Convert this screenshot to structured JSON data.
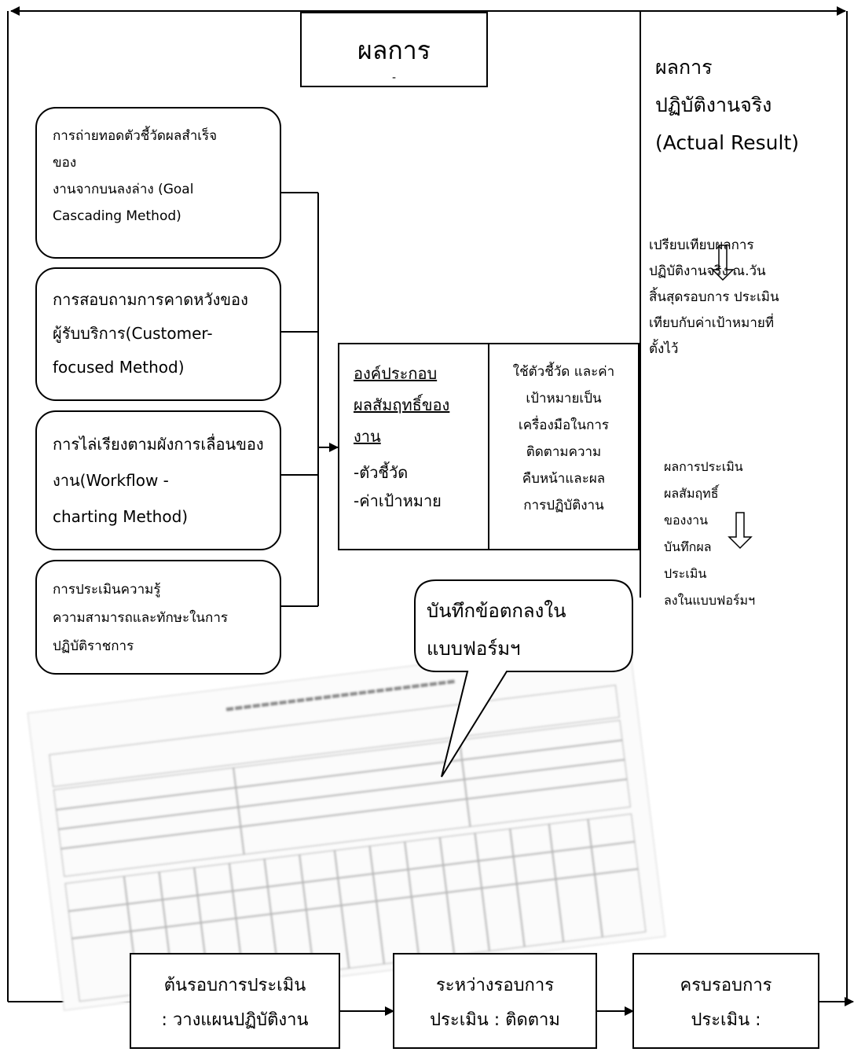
{
  "top_box": {
    "title": "ผลการ",
    "dash": "-"
  },
  "right_column": {
    "actual_result": "ผลการ\nปฏิบัติงานจริง\n(Actual Result)",
    "compare_text": "เปรียบเทียบผลการ\nปฏิบัติงานจริง ณ.วัน\nสิ้นสุดรอบการ   ประเมิน\nเทียบกับค่าเป้าหมายที่\nตั้งไว้",
    "eval_result_text": "ผลการประเมิน\nผลสัมฤทธิ์\nของงาน\nบันทึกผล\nประเมิน\nลงในแบบฟอร์มฯ"
  },
  "methods": [
    {
      "text": "การถ่ายทอดตัวชี้วัดผลสำเร็จ\nของ\nงานจากบนลงล่าง (Goal\nCascading Method)"
    },
    {
      "text": "การสอบถามการคาดหวังของ\nผู้รับบริการ(Customer-\nfocused Method)"
    },
    {
      "text": "การไล่เรียงตามผังการเลื่อนของ\nงาน(Workflow -\ncharting Method)"
    },
    {
      "text": "การประเมินความรู้\nความสามารถและทักษะในการ\nปฏิบัติราชการ"
    }
  ],
  "component_box": {
    "heading": "องค์ประกอบ\nผลสัมฤทธิ์ของ\nงาน",
    "items": [
      "-ตัวชี้วัด",
      "-ค่าเป้าหมาย"
    ]
  },
  "usage_box": "ใช้ตัวชี้วัด และค่า\nเป้าหมายเป็น\nเครื่องมือในการ\nติดตามความ\nคืบหน้าและผล\nการปฏิบัติงาน",
  "callout": "บันทึกข้อตกลงใน\nแบบฟอร์มฯ",
  "phases": [
    {
      "text": "ต้นรอบการประเมิน\n: วางแผนปฏิบัติงาน"
    },
    {
      "text": "ระหว่างรอบการ\nประเมิน : ติดตาม"
    },
    {
      "text": "ครบรอบการ\nประเมิน :"
    }
  ]
}
